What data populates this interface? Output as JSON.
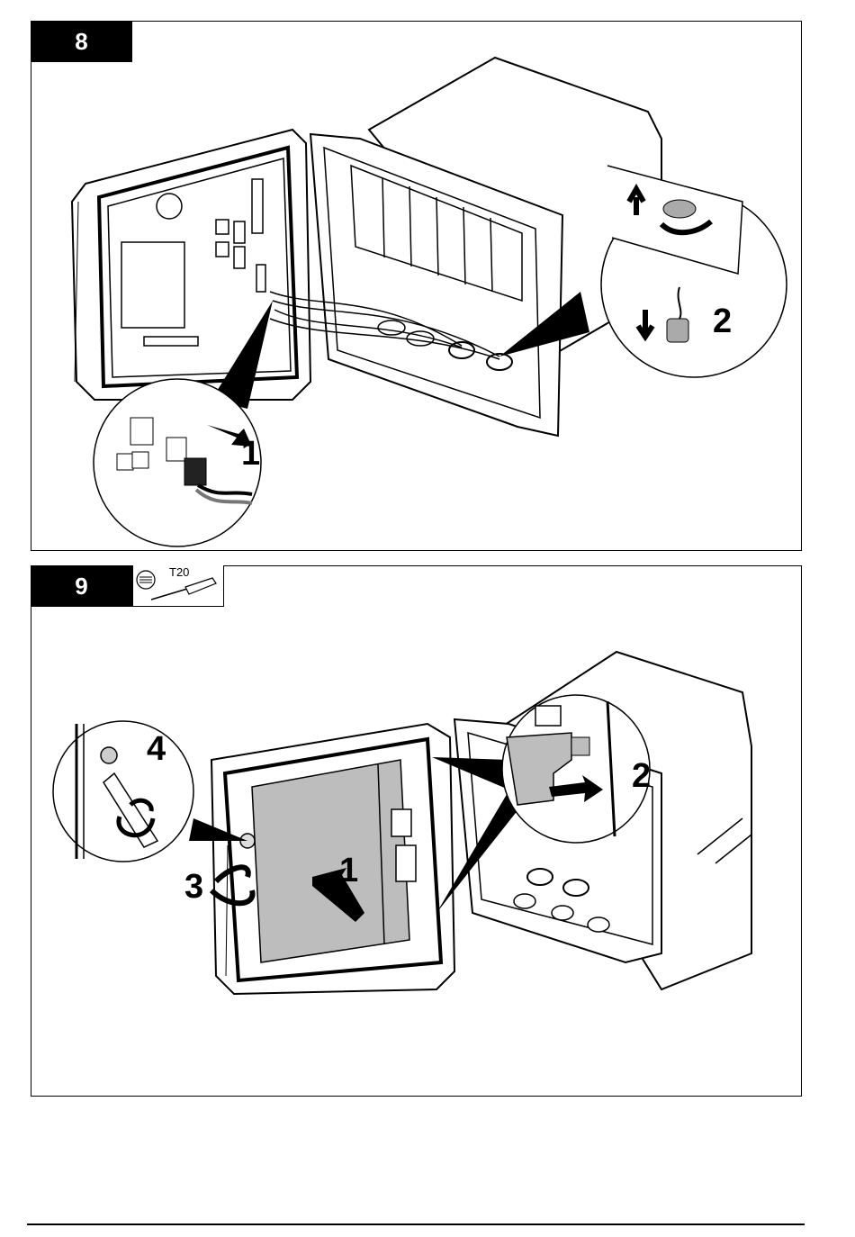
{
  "steps": [
    {
      "number": "8",
      "tool": null,
      "callouts": [
        "1",
        "2"
      ],
      "illustration": "open-controller-disconnect-sensor-cable-remove-fitting"
    },
    {
      "number": "9",
      "tool": {
        "icon": "torx-screwdriver-icon",
        "label": "T20"
      },
      "callouts": [
        "1",
        "2",
        "3",
        "4"
      ],
      "illustration": "install-cover-tighten-screw"
    }
  ],
  "colors": {
    "ink": "#000000",
    "fill_gray": "#bdbdbd",
    "paper": "#ffffff"
  }
}
